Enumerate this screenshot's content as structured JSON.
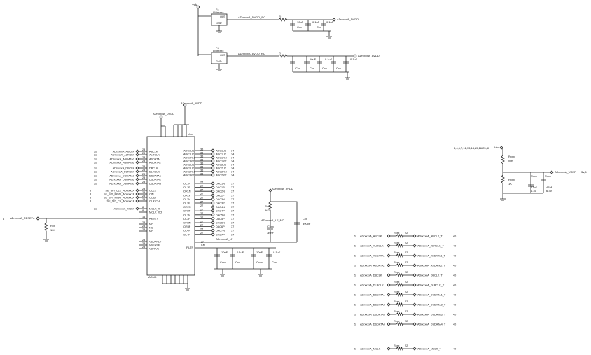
{
  "power": {
    "vdd": "Vdd",
    "avdd": "ADrxxxxA_AVDD",
    "dvdd": "ADrxxxxA_DVDD",
    "ref_vin": "Vin",
    "vref": "ADrxxxxA_VREF",
    "vref_ref": "3s,6"
  },
  "regulators": [
    {
      "ref": "Fx",
      "part": "LMxxxxx",
      "pin_out": "OUT",
      "pin_gnd": "GND",
      "net": "ADrxxxxA_DVDD_RC",
      "res": "Rr",
      "caps": [
        "Cxx",
        "Cxx"
      ],
      "cap_values": [
        "10uF",
        "0.1uF",
        "0.1uF"
      ],
      "out": "ADrxxxxA_DVDD"
    },
    {
      "ref": "F4",
      "part": "LMxxxxx",
      "pin_out": "OUT",
      "pin_gnd": "GND",
      "net": "ADrxxxxA_AVDD_RC",
      "res": "Rr",
      "caps": [
        "Cxx",
        "Cxx",
        "Cxx",
        "Cxx"
      ],
      "cap_values": [
        "10uF",
        "0.1uF",
        "0.1uF"
      ],
      "out": "ADrxxxxA_AVDD"
    }
  ],
  "ic": {
    "ref": "Uxx",
    "left_pins": [
      {
        "num": "28",
        "name": "ABCLK",
        "net": "ADrxxxxA_ABCLK",
        "ref": "2s"
      },
      {
        "num": "28",
        "name": "ALRCLK",
        "net": "ADrxxxxA_ALRCLK",
        "ref": "2s"
      },
      {
        "num": "28",
        "name": "ASDATA1",
        "net": "ADrxxxxA_ASDATA1",
        "ref": "2s"
      },
      {
        "num": "28",
        "name": "ASDATA2",
        "net": "ADrxxxxA_ASDATA2",
        "ref": "2s"
      },
      {
        "num": "28",
        "name": "DBCLK",
        "net": "ADrxxxxA_DBCLK",
        "ref": "2s"
      },
      {
        "num": "28",
        "name": "DLRCLK",
        "net": "ADrxxxxA_DLRCLK",
        "ref": "2s"
      },
      {
        "num": "28",
        "name": "DSDATA1",
        "net": "ADrxxxxA_DSDATA1",
        "ref": "2s"
      },
      {
        "num": "28",
        "name": "DSDATA2",
        "net": "ADrxxxxA_DSDATA2",
        "ref": "2s"
      },
      {
        "num": "28",
        "name": "DSDATA3",
        "net": "ADrxxxxA_DSDATA3",
        "ref": "2s"
      },
      {
        "num": "28",
        "name": "CCLK",
        "net": "SE_SPI_CLK_ADrxxxxA",
        "ref": "8"
      },
      {
        "num": "28",
        "name": "CIN",
        "net": "SE_SPI_MOSI_ADrxxxxA",
        "ref": "8"
      },
      {
        "num": "28",
        "name": "COUT",
        "net": "SE_SPI_MISO_ADrxxxxA",
        "ref": "8"
      },
      {
        "num": "28",
        "name": "CLATCH",
        "net": "SE_SPI_CS_ADrxxxxA",
        "ref": "8"
      },
      {
        "num": "8",
        "name": "MCLK_XI",
        "net": "ADrxxxxA_MCLK",
        "ref": "2s"
      },
      {
        "num": "8",
        "name": "MCLK_XO",
        "net": "",
        "ref": ""
      },
      {
        "num": "14",
        "name": "RESET",
        "net": "",
        "ref": ""
      },
      {
        "num": "28",
        "name": "NC",
        "net": "",
        "ref": ""
      },
      {
        "num": "28",
        "name": "NC",
        "net": "",
        "ref": ""
      },
      {
        "num": "28",
        "name": "NC",
        "net": "",
        "ref": ""
      },
      {
        "num": "28",
        "name": "VSUPPLY",
        "net": "",
        "ref": ""
      },
      {
        "num": "28",
        "name": "VSENSE",
        "net": "",
        "ref": ""
      },
      {
        "num": "28",
        "name": "VDRIVE",
        "net": "",
        "ref": ""
      }
    ],
    "right_pins": [
      {
        "num": "35",
        "name": "ADC1LN",
        "net": "ADC1LN",
        "ref": "34"
      },
      {
        "num": "35",
        "name": "ADC1LP",
        "net": "ADC1LP",
        "ref": "34"
      },
      {
        "num": "35",
        "name": "ADC1RN",
        "net": "ADC1RN",
        "ref": "34"
      },
      {
        "num": "35",
        "name": "ADC1RP",
        "net": "ADC1RP",
        "ref": "34"
      },
      {
        "num": "35",
        "name": "ADC2LN",
        "net": "ADC2LN",
        "ref": "34"
      },
      {
        "num": "35",
        "name": "ADC2LP",
        "net": "ADC2LP",
        "ref": "34"
      },
      {
        "num": "35",
        "name": "ADC2RN",
        "net": "ADC2RN",
        "ref": "34"
      },
      {
        "num": "35",
        "name": "ADC2RP",
        "net": "ADC2RP",
        "ref": "34"
      },
      {
        "num": "27",
        "name": "OL1N",
        "net": "DAC1N",
        "ref": "37"
      },
      {
        "num": "27",
        "name": "OL1P",
        "net": "DAC1P",
        "ref": "37"
      },
      {
        "num": "27",
        "name": "OR1N",
        "net": "DAC2N",
        "ref": "37"
      },
      {
        "num": "27",
        "name": "OR1P",
        "net": "DAC2P",
        "ref": "37"
      },
      {
        "num": "27",
        "name": "OL2N",
        "net": "DAC3N",
        "ref": "37"
      },
      {
        "num": "27",
        "name": "OL2P",
        "net": "DAC3P",
        "ref": "37"
      },
      {
        "num": "27",
        "name": "OR2N",
        "net": "DAC4N",
        "ref": "37"
      },
      {
        "num": "27",
        "name": "OR2P",
        "net": "DAC4P",
        "ref": "37"
      },
      {
        "num": "27",
        "name": "OL3N",
        "net": "DAC5N",
        "ref": "37"
      },
      {
        "num": "27",
        "name": "OL3P",
        "net": "DAC5P",
        "ref": "37"
      },
      {
        "num": "27",
        "name": "OR3N",
        "net": "DAC6N",
        "ref": "37"
      },
      {
        "num": "27",
        "name": "OR3P",
        "net": "DAC6P",
        "ref": "37"
      },
      {
        "num": "27",
        "name": "OL4N",
        "net": "DAC7N",
        "ref": "37"
      },
      {
        "num": "27",
        "name": "OL4P",
        "net": "DAC7P",
        "ref": "37"
      }
    ],
    "lf_net": "ADrxxxxA_LF",
    "lf_rc": "ADrxxxxA_LF_RC",
    "cm_pin": "CM",
    "filtr_pin": "FILTR",
    "lf_pin": "LF",
    "bottom_label": "AGND"
  },
  "reset": {
    "net": "ADrxxxxA_RESETn",
    "ref": "8",
    "res": "Rxx",
    "value": "10K"
  },
  "lf_filter": {
    "res": "Rxxx",
    "res_value": "562",
    "cap1": "Cxxx",
    "cap1_value": "39nF",
    "cap2": "Cxx",
    "cap2_value": "390pF"
  },
  "filtr_caps": [
    {
      "ref": "Cxxx",
      "value": "10uF"
    },
    {
      "ref": "Cxx",
      "value": "0.1uF"
    },
    {
      "ref": "Cxxx",
      "value": "10uF"
    },
    {
      "ref": "Cxx",
      "value": "0.1uF"
    }
  ],
  "vref_circuit": {
    "sheet_refs": "3,4,6,7,12,13,14,15,16,25,40",
    "r1": "Rxxx",
    "r1_value": "xxK",
    "r2": "Rxxx",
    "r2_value": "1K",
    "c1": "Cxxx",
    "c1_value": "47nF",
    "c1_rating": "6.3V",
    "c2": "Cxxx",
    "c2_value": "47nF",
    "c2_rating": "6.3V"
  },
  "series_resistors": [
    {
      "in": "ADrxxxxA_ABCLK",
      "out": "ADrxxxxA_ABCLK_T",
      "ref": "Rxxx",
      "value": "22",
      "in_ref": "2s",
      "out_ref": "40"
    },
    {
      "in": "ADrxxxxA_ALRCLK",
      "out": "ADrxxxxA_ALRCLK_T",
      "ref": "Rxxx",
      "value": "22",
      "in_ref": "2s",
      "out_ref": "40"
    },
    {
      "in": "ADrxxxxA_ASDATA1",
      "out": "ADrxxxxA_ASDATA1_T",
      "ref": "Rxxx",
      "value": "22",
      "in_ref": "2s",
      "out_ref": "40"
    },
    {
      "in": "ADrxxxxA_ASDATA2",
      "out": "ADrxxxxA_ASDATA2_T",
      "ref": "Rxxx",
      "value": "22",
      "in_ref": "2s",
      "out_ref": "40"
    },
    {
      "in": "ADrxxxxA_DBCLK",
      "out": "ADrxxxxA_DBCLK_T",
      "ref": "Rxxx",
      "value": "22",
      "in_ref": "2s",
      "out_ref": "40"
    },
    {
      "in": "ADrxxxxA_DLRCLK",
      "out": "ADrxxxxA_DLRCLK_T",
      "ref": "Rxxx",
      "value": "22",
      "in_ref": "2s",
      "out_ref": "40"
    },
    {
      "in": "ADrxxxxA_DSDATA1",
      "out": "ADrxxxxA_DSDATA1_T",
      "ref": "Rxxx",
      "value": "22",
      "in_ref": "2s",
      "out_ref": "40"
    },
    {
      "in": "ADrxxxxA_DSDATA2",
      "out": "ADrxxxxA_DSDATA2_T",
      "ref": "Rxxx",
      "value": "22",
      "in_ref": "2s",
      "out_ref": "40"
    },
    {
      "in": "ADrxxxxA_DSDATA3",
      "out": "ADrxxxxA_DSDATA3_T",
      "ref": "Rxxx",
      "value": "22",
      "in_ref": "2s",
      "out_ref": "40"
    },
    {
      "in": "ADrxxxxA_DSDATA4",
      "out": "ADrxxxxA_DSDATA4_T",
      "ref": "Rxxx",
      "value": "22",
      "in_ref": "2s",
      "out_ref": "40"
    },
    {
      "in": "ADrxxxxA_MCLK",
      "out": "ADrxxxxA_MCLK_T",
      "ref": "Rxxx",
      "value": "22",
      "in_ref": "2s",
      "out_ref": "40"
    }
  ]
}
